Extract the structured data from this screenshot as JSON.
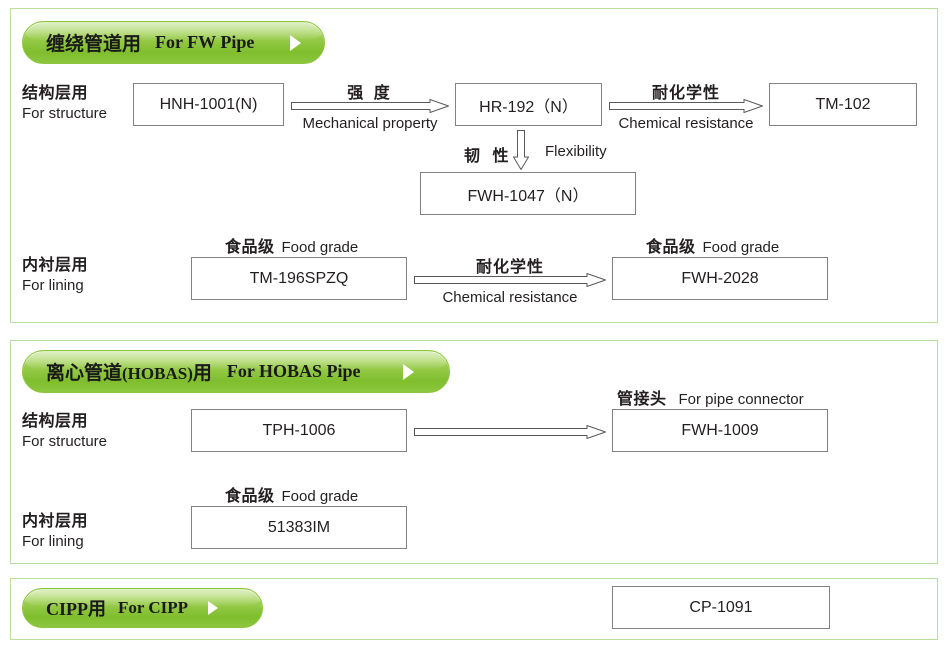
{
  "sections": [
    {
      "id": "fw-pipe",
      "header": {
        "cn": "缠绕管道用",
        "en": "For FW Pipe",
        "arrow_icon": "play-triangle-icon"
      },
      "rows": [
        {
          "id": "fw-structure",
          "label_cn": "结构层用",
          "label_en": "For structure",
          "boxes": [
            {
              "id": "hnh-1001",
              "value": "HNH-1001(N)"
            },
            {
              "id": "hr-192",
              "value": "HR-192（N）"
            },
            {
              "id": "tm-102",
              "value": "TM-102"
            },
            {
              "id": "fwh-1047",
              "value": "FWH-1047（N）"
            }
          ],
          "arrows": [
            {
              "id": "mechanical",
              "cn": "强  度",
              "en": "Mechanical property",
              "direction": "right"
            },
            {
              "id": "chemical-1",
              "cn": "耐化学性",
              "en": "Chemical resistance",
              "direction": "right"
            },
            {
              "id": "flexibility",
              "cn": "韧  性",
              "en": "Flexibility",
              "direction": "down"
            }
          ]
        },
        {
          "id": "fw-lining",
          "label_cn": "内衬层用",
          "label_en": "For lining",
          "captions": [
            {
              "id": "food-grade-1",
              "cn": "食品级",
              "en": "Food grade"
            },
            {
              "id": "food-grade-2",
              "cn": "食品级",
              "en": "Food grade"
            }
          ],
          "boxes": [
            {
              "id": "tm-196spzq",
              "value": "TM-196SPZQ"
            },
            {
              "id": "fwh-2028",
              "value": "FWH-2028"
            }
          ],
          "arrows": [
            {
              "id": "chemical-2",
              "cn": "耐化学性",
              "en": "Chemical resistance",
              "direction": "right"
            }
          ]
        }
      ]
    },
    {
      "id": "hobas-pipe",
      "header": {
        "cn_main": "离心管道",
        "cn_paren": "(HOBAS)",
        "cn_tail": "用",
        "en": "For HOBAS Pipe",
        "arrow_icon": "play-triangle-icon"
      },
      "rows": [
        {
          "id": "hobas-structure",
          "label_cn": "结构层用",
          "label_en": "For structure",
          "captions": [
            {
              "id": "pipe-connector",
              "cn": "管接头",
              "en": "For pipe connector"
            }
          ],
          "boxes": [
            {
              "id": "tph-1006",
              "value": "TPH-1006"
            },
            {
              "id": "fwh-1009",
              "value": "FWH-1009"
            }
          ],
          "arrows": [
            {
              "id": "plain-arrow",
              "cn": "",
              "en": "",
              "direction": "right"
            }
          ]
        },
        {
          "id": "hobas-lining",
          "label_cn": "内衬层用",
          "label_en": "For lining",
          "captions": [
            {
              "id": "food-grade-3",
              "cn": "食品级",
              "en": "Food grade"
            }
          ],
          "boxes": [
            {
              "id": "51383im",
              "value": "51383IM"
            }
          ]
        }
      ]
    },
    {
      "id": "cipp",
      "header": {
        "cn": "CIPP用",
        "en": "For CIPP",
        "arrow_icon": "play-triangle-icon"
      },
      "rows": [
        {
          "id": "cipp-row",
          "boxes": [
            {
              "id": "cp-1091",
              "value": "CP-1091"
            }
          ]
        }
      ]
    }
  ],
  "colors": {
    "panel_border": "#b7dfa0",
    "pill_green_light": "#b6dd7a",
    "pill_green_dark": "#7fbe2e",
    "box_border": "#808285",
    "text": "#231f20",
    "page_background": "#ffffff"
  }
}
